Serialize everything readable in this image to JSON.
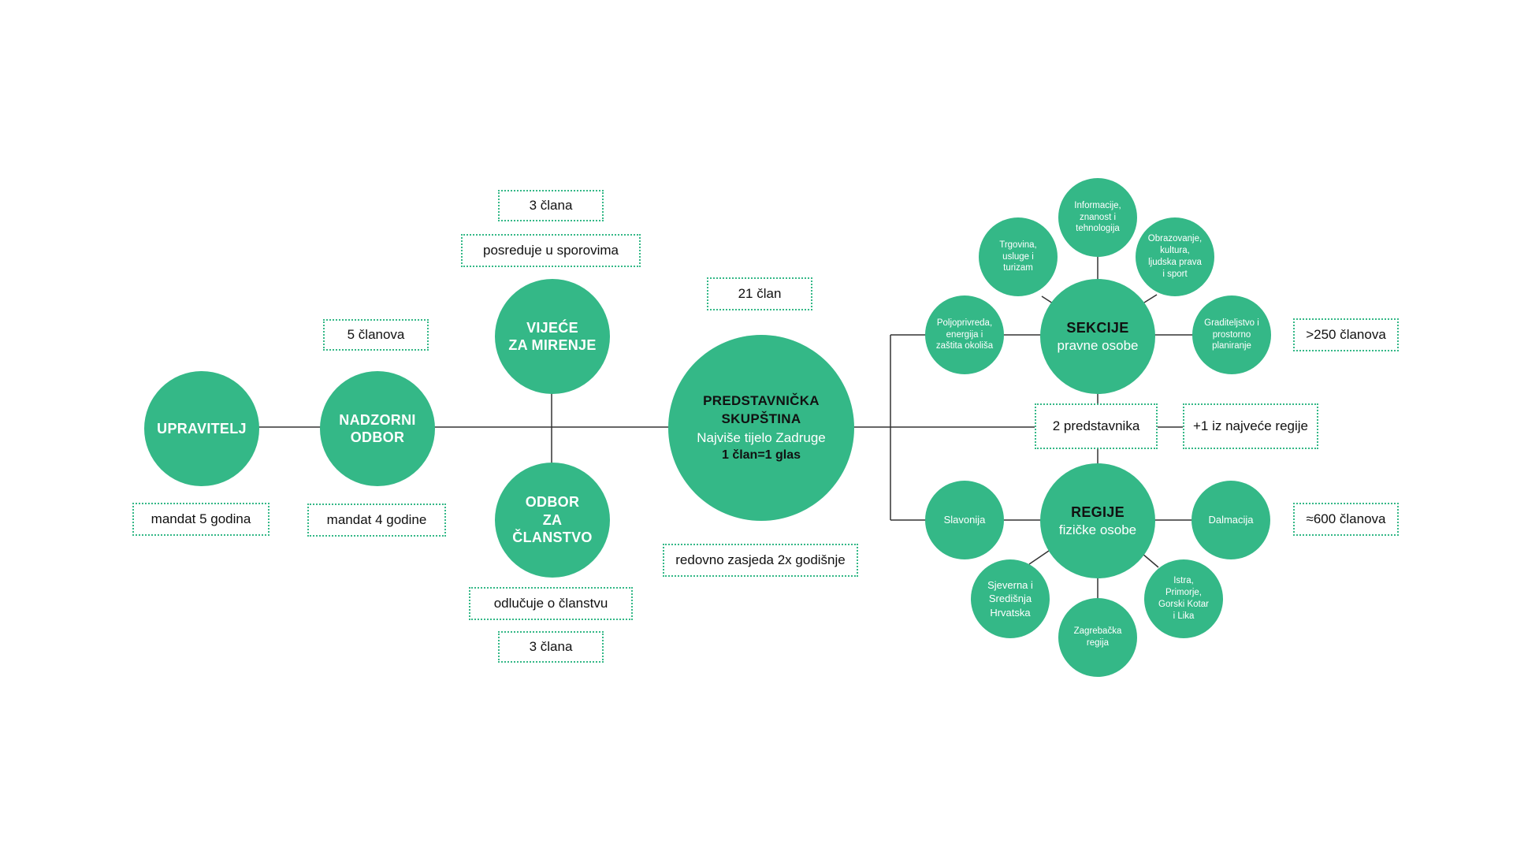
{
  "colors": {
    "node": "#34b887",
    "line": "#333333",
    "box_border": "#34b887"
  },
  "nodes": {
    "upravitelj": {
      "title": "UPRAVITELJ"
    },
    "nadzorni": {
      "title_l1": "NADZORNI",
      "title_l2": "ODBOR"
    },
    "vijece": {
      "title_l1": "VIJEĆE",
      "title_l2": "ZA MIRENJE"
    },
    "odbor_clanstvo": {
      "title_l1": "ODBOR",
      "title_l2": "ZA",
      "title_l3": "ČLANSTVO"
    },
    "skupstina": {
      "title_l1": "PREDSTAVNIČKA",
      "title_l2": "SKUPŠTINA",
      "subtitle": "Najviše tijelo Zadruge",
      "rule": "1 član=1 glas"
    },
    "sekcije": {
      "title": "SEKCIJE",
      "subtitle": "pravne osobe"
    },
    "regije": {
      "title": "REGIJE",
      "subtitle": "fizičke osobe"
    }
  },
  "sekcije_items": [
    {
      "key": "informacije",
      "lines": [
        "Informacije,",
        "znanost i",
        "tehnologija"
      ]
    },
    {
      "key": "trgovina",
      "lines": [
        "Trgovina,",
        "usluge i",
        "turizam"
      ]
    },
    {
      "key": "obrazovanje",
      "lines": [
        "Obrazovanje,",
        "kultura,",
        "ljudska prava",
        "i sport"
      ]
    },
    {
      "key": "poljoprivreda",
      "lines": [
        "Poljoprivreda,",
        "energija i",
        "zaštita okoliša"
      ]
    },
    {
      "key": "graditeljstvo",
      "lines": [
        "Graditeljstvo i",
        "prostorno",
        "planiranje"
      ]
    }
  ],
  "regije_items": [
    {
      "key": "slavonija",
      "lines": [
        "Slavonija"
      ]
    },
    {
      "key": "dalmacija",
      "lines": [
        "Dalmacija"
      ]
    },
    {
      "key": "sjeverna",
      "lines": [
        "Sjeverna i",
        "Središnja",
        "Hrvatska"
      ]
    },
    {
      "key": "istra",
      "lines": [
        "Istra,",
        "Primorje,",
        "Gorski Kotar",
        "i Lika"
      ]
    },
    {
      "key": "zagrebacka",
      "lines": [
        "Zagrebačka",
        "regija"
      ]
    }
  ],
  "boxes": {
    "mandat5": "mandat 5 godina",
    "mandat4": "mandat 4 godine",
    "clanova5": "5 članova",
    "vijece_clana": "3 člana",
    "vijece_posreduje": "posreduje u sporovima",
    "odbor_odlucuje": "odlučuje o članstvu",
    "odbor_clana": "3 člana",
    "clan21": "21 član",
    "zasjeda": "redovno zasjeda 2x godišnje",
    "predstavnika2": "2 predstavnika",
    "najveca_regija": "+1 iz najveće regije",
    "sekcije_count": ">250 članova",
    "regije_count": "≈600 članova"
  }
}
